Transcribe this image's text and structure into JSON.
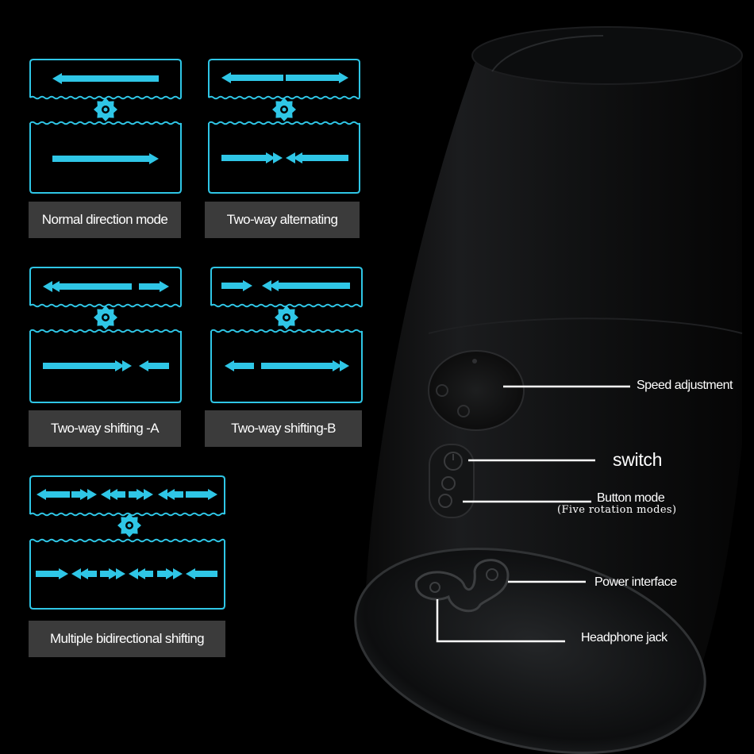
{
  "colors": {
    "accent": "#2fc6e6",
    "label_bg": "#3b3b3b",
    "background": "#000000"
  },
  "icons": {
    "arrow": "arrow-icon",
    "gear": "gear-icon"
  },
  "modes": [
    {
      "label": "Normal direction mode"
    },
    {
      "label": "Two-way alternating"
    },
    {
      "label": "Two-way shifting -A"
    },
    {
      "label": "Two-way shifting-B"
    },
    {
      "label": "Multiple bidirectional shifting"
    }
  ],
  "callouts": {
    "speed": "Speed adjustment",
    "switch": "switch",
    "button_mode": "Button mode",
    "button_mode_sub": "(Five rotation modes)",
    "power": "Power interface",
    "headphone": "Headphone jack"
  }
}
